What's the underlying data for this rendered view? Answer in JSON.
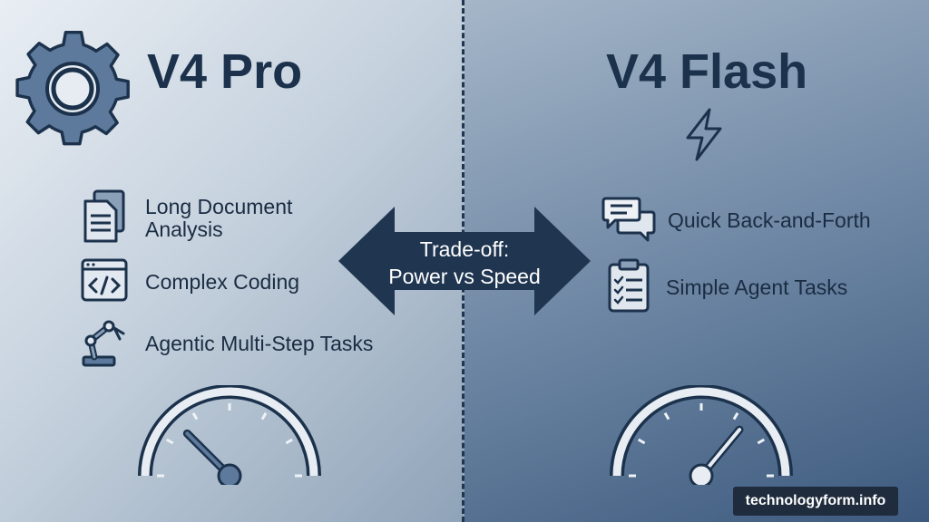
{
  "left": {
    "title": "V4 Pro",
    "features": [
      {
        "icon": "document-icon",
        "label": "Long Document Analysis"
      },
      {
        "icon": "code-icon",
        "label": "Complex Coding"
      },
      {
        "icon": "robot-arm-icon",
        "label": "Agentic Multi-Step Tasks"
      }
    ],
    "gauge_level": 0.25
  },
  "right": {
    "title": "V4 Flash",
    "features": [
      {
        "icon": "chat-bubbles-icon",
        "label": "Quick Back-and-Forth"
      },
      {
        "icon": "clipboard-checklist-icon",
        "label": "Simple Agent Tasks"
      }
    ],
    "gauge_level": 0.72
  },
  "center": {
    "line1": "Trade-off:",
    "line2": "Power vs Speed"
  },
  "footer": {
    "brand": "technologyform.info"
  },
  "colors": {
    "dark_navy": "#1c324c",
    "arrow": "#1f3550",
    "icon_fill": "#5d7a9c"
  }
}
